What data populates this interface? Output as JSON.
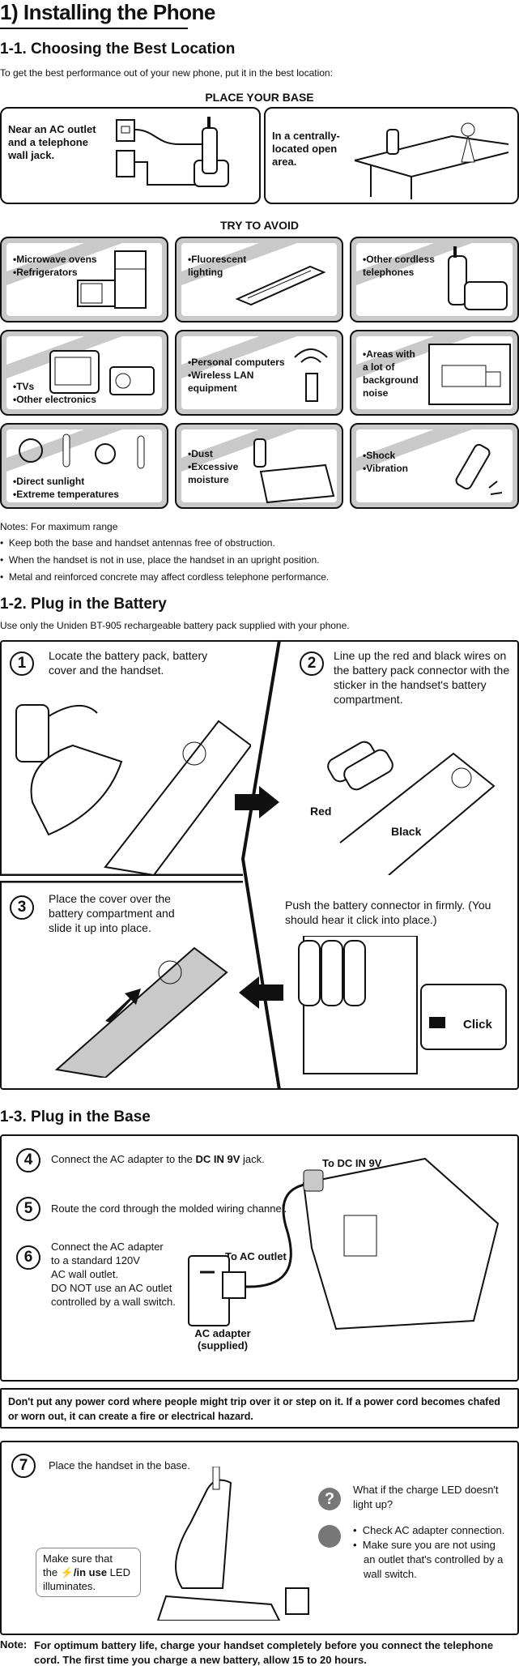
{
  "title": "1) Installing the Phone",
  "s11": {
    "heading": "1-1. Choosing the Best Location",
    "intro": "To get the best performance out of your new phone, put it in the best location:",
    "place_heading": "PLACE YOUR BASE",
    "place1": "Near an AC outlet and a telephone wall jack.",
    "place2": "In a centrally-located open area.",
    "avoid_heading": "TRY TO AVOID",
    "avoid": [
      [
        "•Microwave ovens",
        "•Refrigerators"
      ],
      [
        "•Fluorescent",
        "lighting"
      ],
      [
        "•Other cordless",
        "telephones"
      ],
      [
        "•TVs",
        "•Other electronics"
      ],
      [
        "•Personal computers",
        "•Wireless LAN",
        "equipment"
      ],
      [
        "•Areas with",
        "a lot of",
        "background",
        "noise"
      ],
      [
        "•Direct sunlight",
        "•Extreme temperatures"
      ],
      [
        "•Dust",
        "•Excessive",
        "moisture"
      ],
      [
        "•Shock",
        "•Vibration"
      ]
    ],
    "notes_heading": "Notes: For maximum range",
    "notes": [
      "Keep both the base and handset antennas free of obstruction.",
      "When the handset is not in use, place the handset in an upright position.",
      "Metal and reinforced concrete may affect cordless telephone performance."
    ]
  },
  "s12": {
    "heading": "1-2. Plug in the Battery",
    "intro": "Use only the Uniden BT-905 rechargeable battery pack supplied with your phone.",
    "step1_num": "1",
    "step1": "Locate the battery pack, battery cover and the handset.",
    "step2_num": "2",
    "step2": "Line up the red and black wires on the battery pack connector with the sticker in the handset's battery compartment.",
    "red": "Red",
    "black": "Black",
    "step3_num": "3",
    "step3": "Place the cover over the battery compartment and slide it up into place.",
    "push": "Push the battery connector in firmly. (You should hear it click into place.)",
    "click": "Click"
  },
  "s13": {
    "heading": "1-3. Plug in the Base",
    "n4": "4",
    "step4_a": "Connect the AC adapter to the ",
    "step4_b": "DC IN 9V",
    "step4_c": " jack.",
    "n5": "5",
    "step5": "Route the cord through the molded wiring channel.",
    "n6": "6",
    "step6": [
      "Connect the AC adapter",
      "to a standard 120V",
      "AC wall outlet.",
      "DO NOT use an AC outlet",
      "controlled by a wall switch."
    ],
    "to_dc": "To DC IN 9V",
    "to_ac": "To AC outlet",
    "ac_adapter": "AC adapter",
    "supplied": "(supplied)",
    "warning": "Don't put any power cord where people might trip over it or step on it. If a power cord becomes chafed or worn out, it can create a fire or electrical hazard.",
    "n7": "7",
    "step7": "Place the handset in the base.",
    "led_a": "Make sure that",
    "led_b": "the ",
    "led_c": "/in use",
    "led_d": " LED",
    "led_e": "illuminates.",
    "q": "What if the charge LED doesn't light up?",
    "checks": [
      "Check AC adapter connection.",
      "Make sure you are not using an outlet that's controlled by a wall switch."
    ],
    "final_label": "Note:",
    "final": "For optimum battery life, charge your handset completely before you connect the telephone cord. The first time you charge a new battery, allow 15 to 20 hours."
  },
  "colors": {
    "gray": "#c9c9c9",
    "ink": "#111111"
  }
}
